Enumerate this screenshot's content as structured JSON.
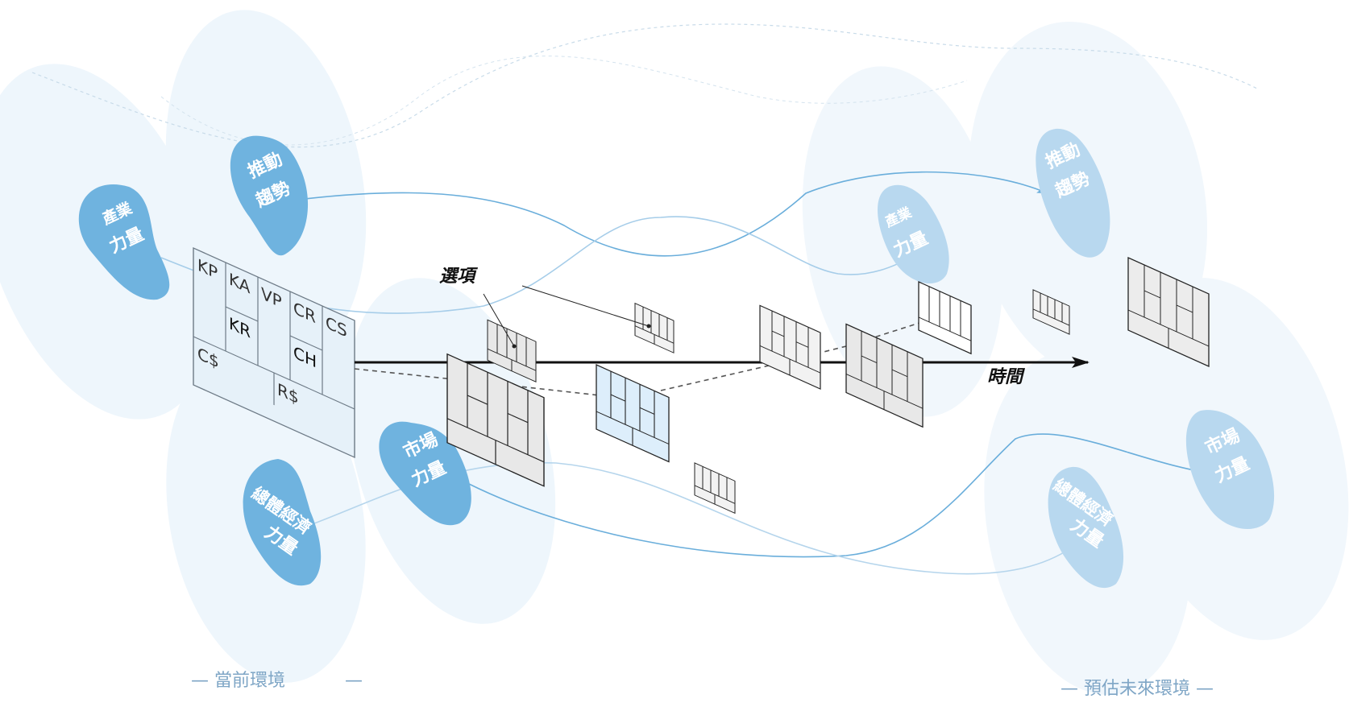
{
  "labels": {
    "current_env": "— 當前環境",
    "current_env_dash": "—",
    "future_env": "— 預估未來環境 —",
    "time": "時間",
    "options": "選項"
  },
  "forces": {
    "industry_1": "產業",
    "industry_2": "力量",
    "trends_1": "推動",
    "trends_2": "趨勢",
    "market_1": "市場",
    "market_2": "力量",
    "macro_1": "總體經濟",
    "macro_2": "力量"
  },
  "canvas_cells": {
    "kp": "KP",
    "ka": "KA",
    "kr": "KR",
    "vp": "VP",
    "cr": "CR",
    "ch": "CH",
    "cs": "CS",
    "cost": "C$",
    "revenue": "R$"
  },
  "colors": {
    "force_blob": "#6fb3df",
    "force_blob_faded": "#b8d8ef",
    "env_fill": "#eaf4fb",
    "canvas_fill": "#e6f1f9",
    "card_gray": "#e8e8e8",
    "card_blue": "#ddeefb",
    "axis": "#111111",
    "flow_line": "#6aaedb"
  }
}
